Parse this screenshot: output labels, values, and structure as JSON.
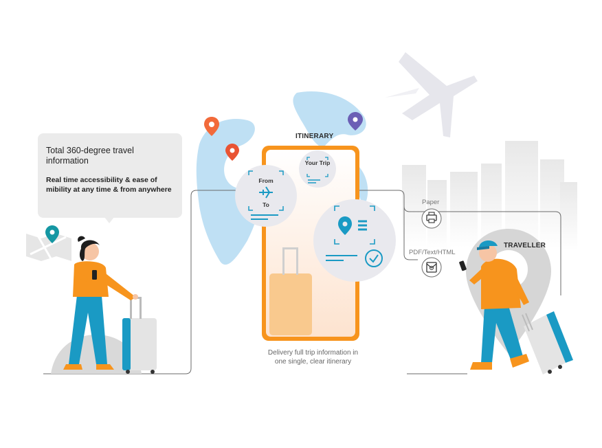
{
  "bubble": {
    "title": "Total 360-degree travel information",
    "body": "Real time accessibility & ease of mibility at any time & from anywhere"
  },
  "itinerary": {
    "title": "ITINERARY",
    "card_your_trip": "Your Trip",
    "card_from": "From",
    "card_to": "To",
    "caption": "Delivery full trip information in one single, clear itinerary"
  },
  "outputs": {
    "paper_label": "Paper",
    "digital_label": "PDF/Text/HTML"
  },
  "traveller": {
    "label": "TRAVELLER"
  },
  "colors": {
    "orange": "#f7941d",
    "teal": "#1a9ac4",
    "light_blue": "#bfe0f4",
    "pin_orange": "#f26a3a",
    "pin_purple": "#6b5fb5",
    "pin_teal": "#1597a3",
    "grey_bubble": "#ebebeb"
  }
}
